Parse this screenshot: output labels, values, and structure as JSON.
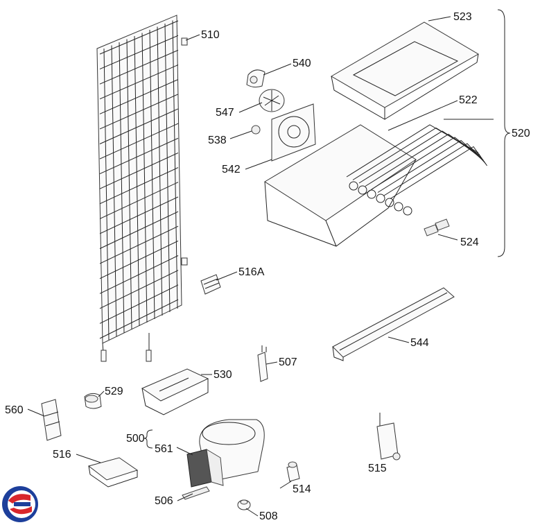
{
  "labels": {
    "l510": "510",
    "l540": "540",
    "l547": "547",
    "l538": "538",
    "l542": "542",
    "l523": "523",
    "l522": "522",
    "l520": "520",
    "l524": "524",
    "l516A": "516A",
    "l544": "544",
    "l507": "507",
    "l530": "530",
    "l529": "529",
    "l560": "560",
    "l500": "500",
    "l561": "561",
    "l516": "516",
    "l506": "506",
    "l514": "514",
    "l515": "515",
    "l508": "508"
  },
  "colors": {
    "line": "#222222",
    "logo_red": "#d8262c",
    "logo_blue": "#1d3f9b"
  },
  "icons": {
    "logo": "brand-logo-icon"
  }
}
